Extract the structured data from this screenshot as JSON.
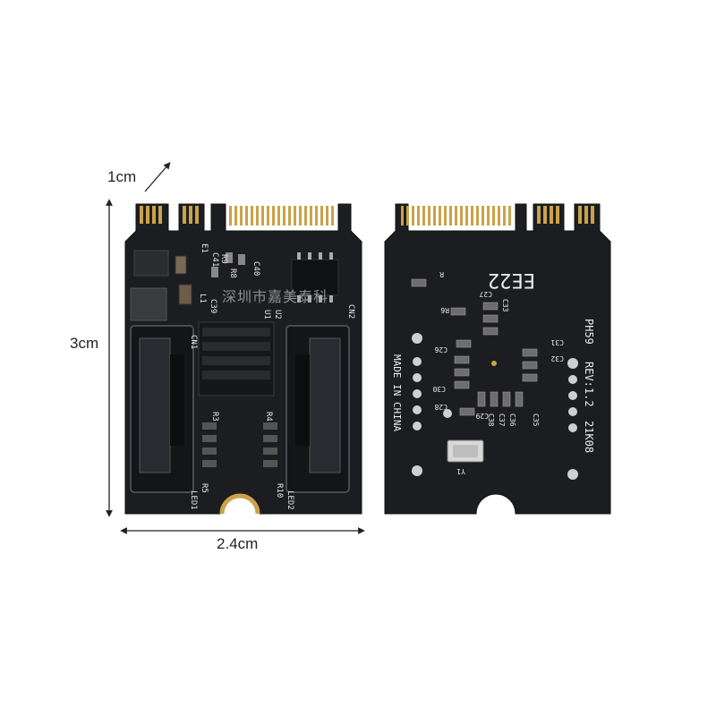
{
  "dimensions": {
    "depth_label": "1cm",
    "height_label": "3cm",
    "width_label": "2.4cm"
  },
  "watermark": "深圳市嘉美泰科",
  "front_board": {
    "connector_labels": [
      "CN1",
      "CN2"
    ],
    "component_labels": [
      "R9",
      "R8",
      "C40",
      "C41",
      "E1",
      "L1",
      "C39",
      "U1",
      "U2",
      "R3",
      "R4",
      "R5",
      "R10",
      "LED1",
      "LED2"
    ]
  },
  "back_board": {
    "model": "PH59",
    "revision": "REV:1.2",
    "date_code": "21K08",
    "made_in": "MADE IN CHINA",
    "silk_logo": "EE22",
    "crystal_label": "Y1",
    "component_labels": [
      "C33",
      "C27",
      "C26",
      "C30",
      "C31",
      "C32",
      "C37",
      "C38",
      "C36",
      "C35",
      "C28",
      "C29",
      "R6",
      "R"
    ]
  }
}
